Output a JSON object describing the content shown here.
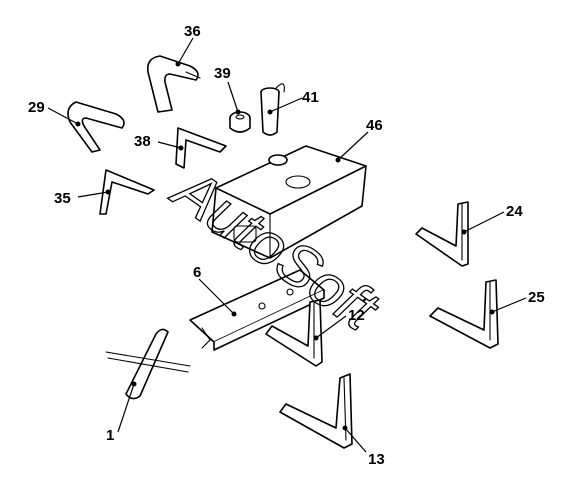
{
  "callouts": [
    "1",
    "6",
    "12",
    "13",
    "24",
    "25",
    "29",
    "35",
    "36",
    "38",
    "39",
    "41",
    "46"
  ],
  "watermark": {
    "text": "AutoSoft"
  }
}
